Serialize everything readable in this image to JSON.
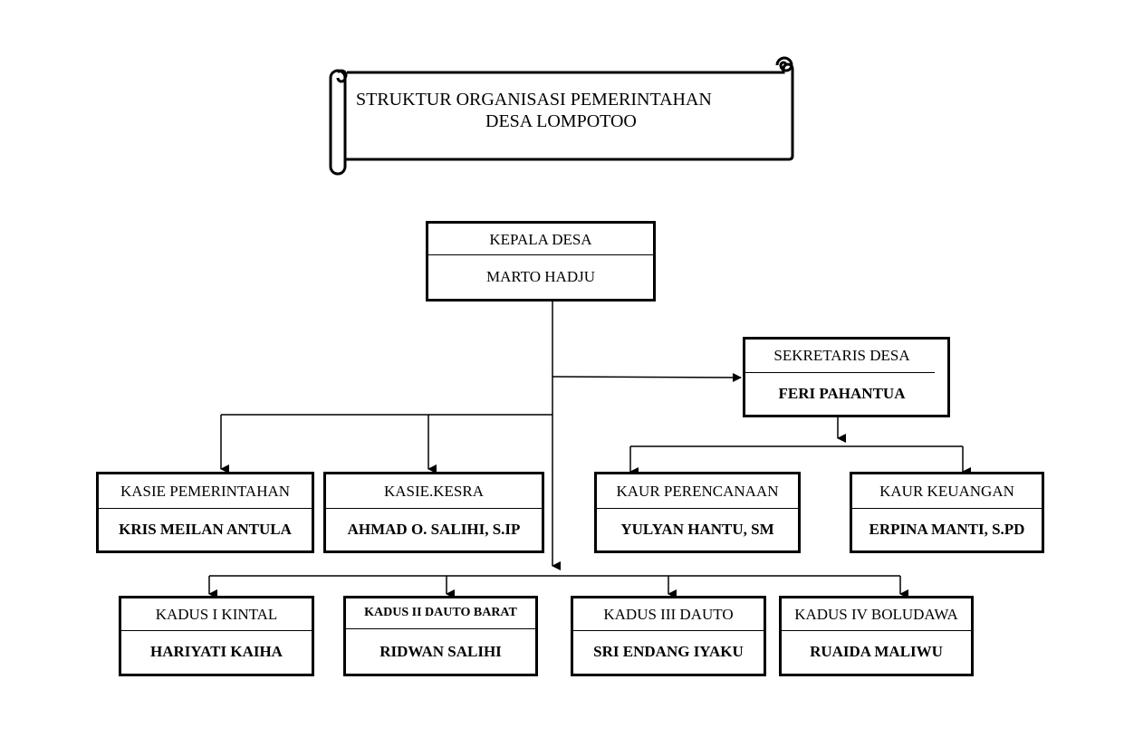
{
  "title": {
    "line1": "STRUKTUR ORGANISASI PEMERINTAHAN",
    "line2": "DESA LOMPOTOO"
  },
  "nodes": {
    "kepala_desa": {
      "role": "KEPALA DESA",
      "name": "MARTO HADJU"
    },
    "sekretaris": {
      "role": "SEKRETARIS DESA",
      "name": "FERI PAHANTUA"
    },
    "kasie_pemerintahan": {
      "role": "KASIE PEMERINTAHAN",
      "name": "KRIS MEILAN ANTULA"
    },
    "kasie_kesra": {
      "role": "KASIE.KESRA",
      "name": "AHMAD O. SALIHI, S.IP"
    },
    "kaur_perencanaan": {
      "role": "KAUR PERENCANAAN",
      "name": "YULYAN HANTU, SM"
    },
    "kaur_keuangan": {
      "role": "KAUR KEUANGAN",
      "name": "ERPINA MANTI, S.PD"
    },
    "kadus_1": {
      "role": "KADUS I KINTAL",
      "name": "HARIYATI KAIHA"
    },
    "kadus_2": {
      "role": "KADUS II DAUTO BARAT",
      "name": "RIDWAN SALIHI"
    },
    "kadus_3": {
      "role": "KADUS III DAUTO",
      "name": "SRI ENDANG IYAKU"
    },
    "kadus_4": {
      "role": "KADUS IV BOLUDAWA",
      "name": "RUAIDA MALIWU"
    }
  }
}
